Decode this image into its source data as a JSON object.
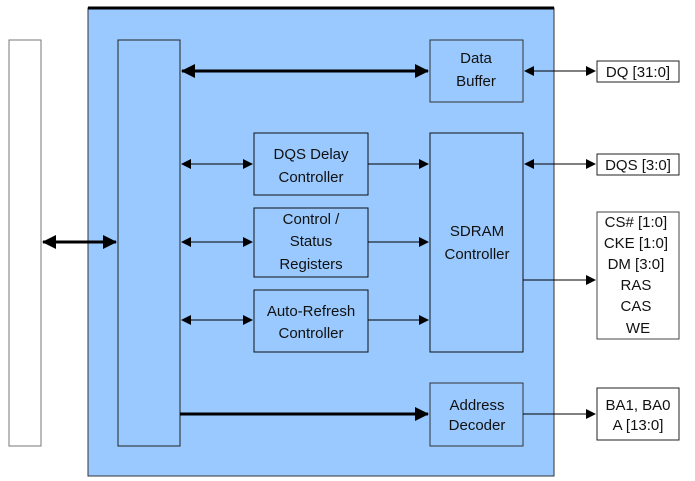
{
  "diagram": {
    "colors": {
      "main_fill": "#99c9ff",
      "block_fill": "#99c9ff",
      "external_fill": "#ffffff",
      "stroke": "#000000"
    },
    "blocks": {
      "host_bus": {
        "label": ""
      },
      "interface": {
        "label": ""
      },
      "data_buffer": {
        "lines": [
          "Data",
          "Buffer"
        ]
      },
      "dqs_delay": {
        "lines": [
          "DQS Delay",
          "Controller"
        ]
      },
      "control_status": {
        "lines": [
          "Control /",
          "Status",
          "Registers"
        ]
      },
      "auto_refresh": {
        "lines": [
          "Auto-Refresh",
          "Controller"
        ]
      },
      "sdram_controller": {
        "lines": [
          "SDRAM",
          "Controller"
        ]
      },
      "address_decoder": {
        "lines": [
          "Address",
          "Decoder"
        ]
      }
    },
    "signals": {
      "dq": {
        "lines": [
          "DQ [31:0]"
        ]
      },
      "dqs": {
        "lines": [
          "DQS [3:0]"
        ]
      },
      "control": {
        "lines": [
          "CS# [1:0]",
          "CKE [1:0]",
          "DM [3:0]",
          "RAS",
          "CAS",
          "WE"
        ]
      },
      "address": {
        "lines": [
          "BA1, BA0",
          "A [13:0]"
        ]
      }
    }
  }
}
